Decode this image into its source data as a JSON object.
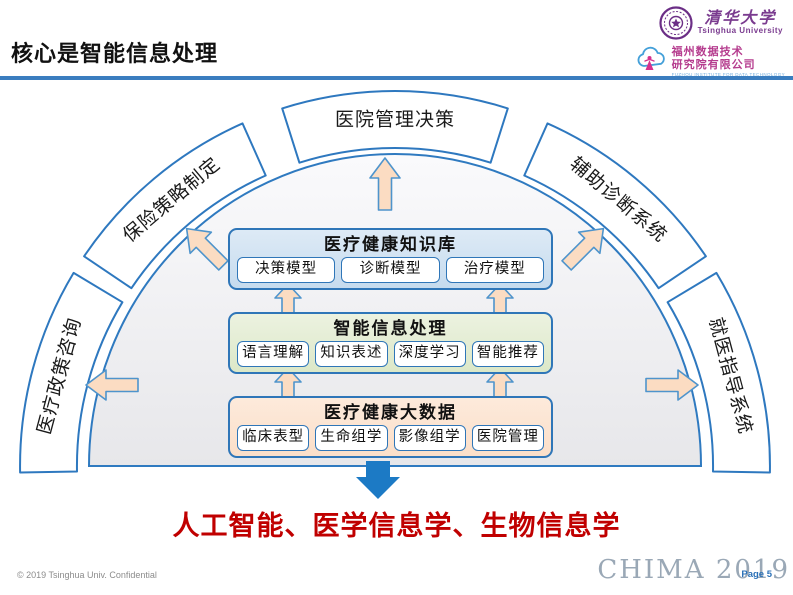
{
  "header": {
    "title": "核心是智能信息处理",
    "logos": {
      "tsinghua": {
        "name_zh": "清华大学",
        "name_en": "Tsinghua University"
      },
      "fuzhou": {
        "line1": "福州数据技术",
        "line2": "研究院有限公司",
        "tagline": "FUZHOU INSTITUTE FOR DATA TECHNOLOGY"
      }
    }
  },
  "diagram": {
    "applications": [
      {
        "label": "医疗政策咨询"
      },
      {
        "label": "保险策略制定"
      },
      {
        "label": "医院管理决策"
      },
      {
        "label": "辅助诊断系统"
      },
      {
        "label": "就医指导系统"
      }
    ],
    "layers": [
      {
        "title": "医疗健康知识库",
        "items": [
          "决策模型",
          "诊断模型",
          "治疗模型"
        ]
      },
      {
        "title": "智能信息处理",
        "items": [
          "语言理解",
          "知识表述",
          "深度学习",
          "智能推荐"
        ]
      },
      {
        "title": "医疗健康大数据",
        "items": [
          "临床表型",
          "生命组学",
          "影像组学",
          "医院管理"
        ]
      }
    ],
    "caption": "人工智能、医学信息学、生物信息学"
  },
  "footer": {
    "copyright": "© 2019 Tsinghua Univ.  Confidential",
    "watermark": "CHIMA 2019",
    "page": "Page 5"
  },
  "colors": {
    "accent_blue": "#2f76b8",
    "divider_blue": "#3a7dbf",
    "arrow_peach": "#fbdcc2",
    "arrow_blue": "#1c7ac5",
    "caption_red": "#c00000",
    "knowledge_fill": "#cfe0f0",
    "intelligent_fill": "#dfe9cd",
    "bigdata_fill": "#fce3d0",
    "dome_fill": "#ececef",
    "tsinghua_purple": "#7a3b8f",
    "fuzhou_magenta": "#b53c8e"
  }
}
